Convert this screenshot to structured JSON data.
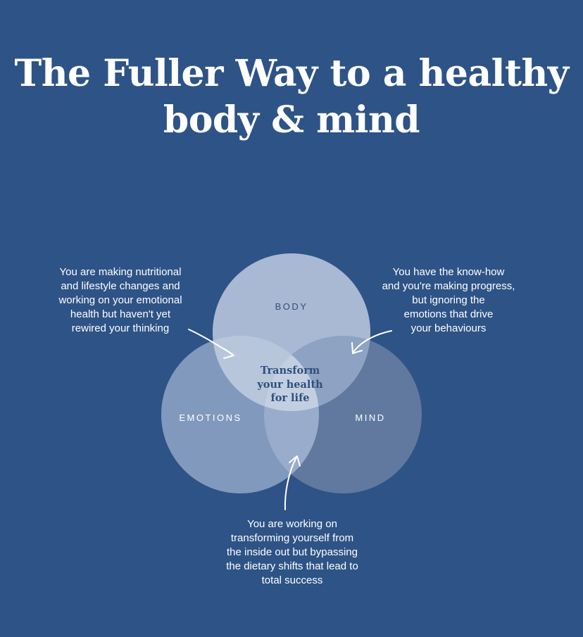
{
  "title": {
    "line1": "The Fuller Way to a healthy",
    "line2": "body & mind"
  },
  "circles": {
    "body": "BODY",
    "emotions": "EMOTIONS",
    "mind": "MIND"
  },
  "center": {
    "line1": "Transform",
    "line2": "your health",
    "line3": "for life"
  },
  "annotations": {
    "left": [
      "You are making nutritional",
      "and lifestyle changes and",
      "working on your emotional",
      "health but haven't yet",
      "rewired your thinking"
    ],
    "right": [
      "You have the know-how",
      "and you're making progress,",
      "but ignoring the",
      "emotions that drive",
      "your behaviours"
    ],
    "bottom": [
      "You are working on",
      "transforming yourself from",
      "the inside out but bypassing",
      "the dietary shifts that lead to",
      "total success"
    ]
  },
  "colors": {
    "background": "#2e5386",
    "body_circle": "#a9b9d3",
    "emotions_circle": "#8299be",
    "mind_circle": "#61799f",
    "center_overlap": "#c3cfe1",
    "text": "#ffffff",
    "dark_text": "#2e4f7d"
  }
}
